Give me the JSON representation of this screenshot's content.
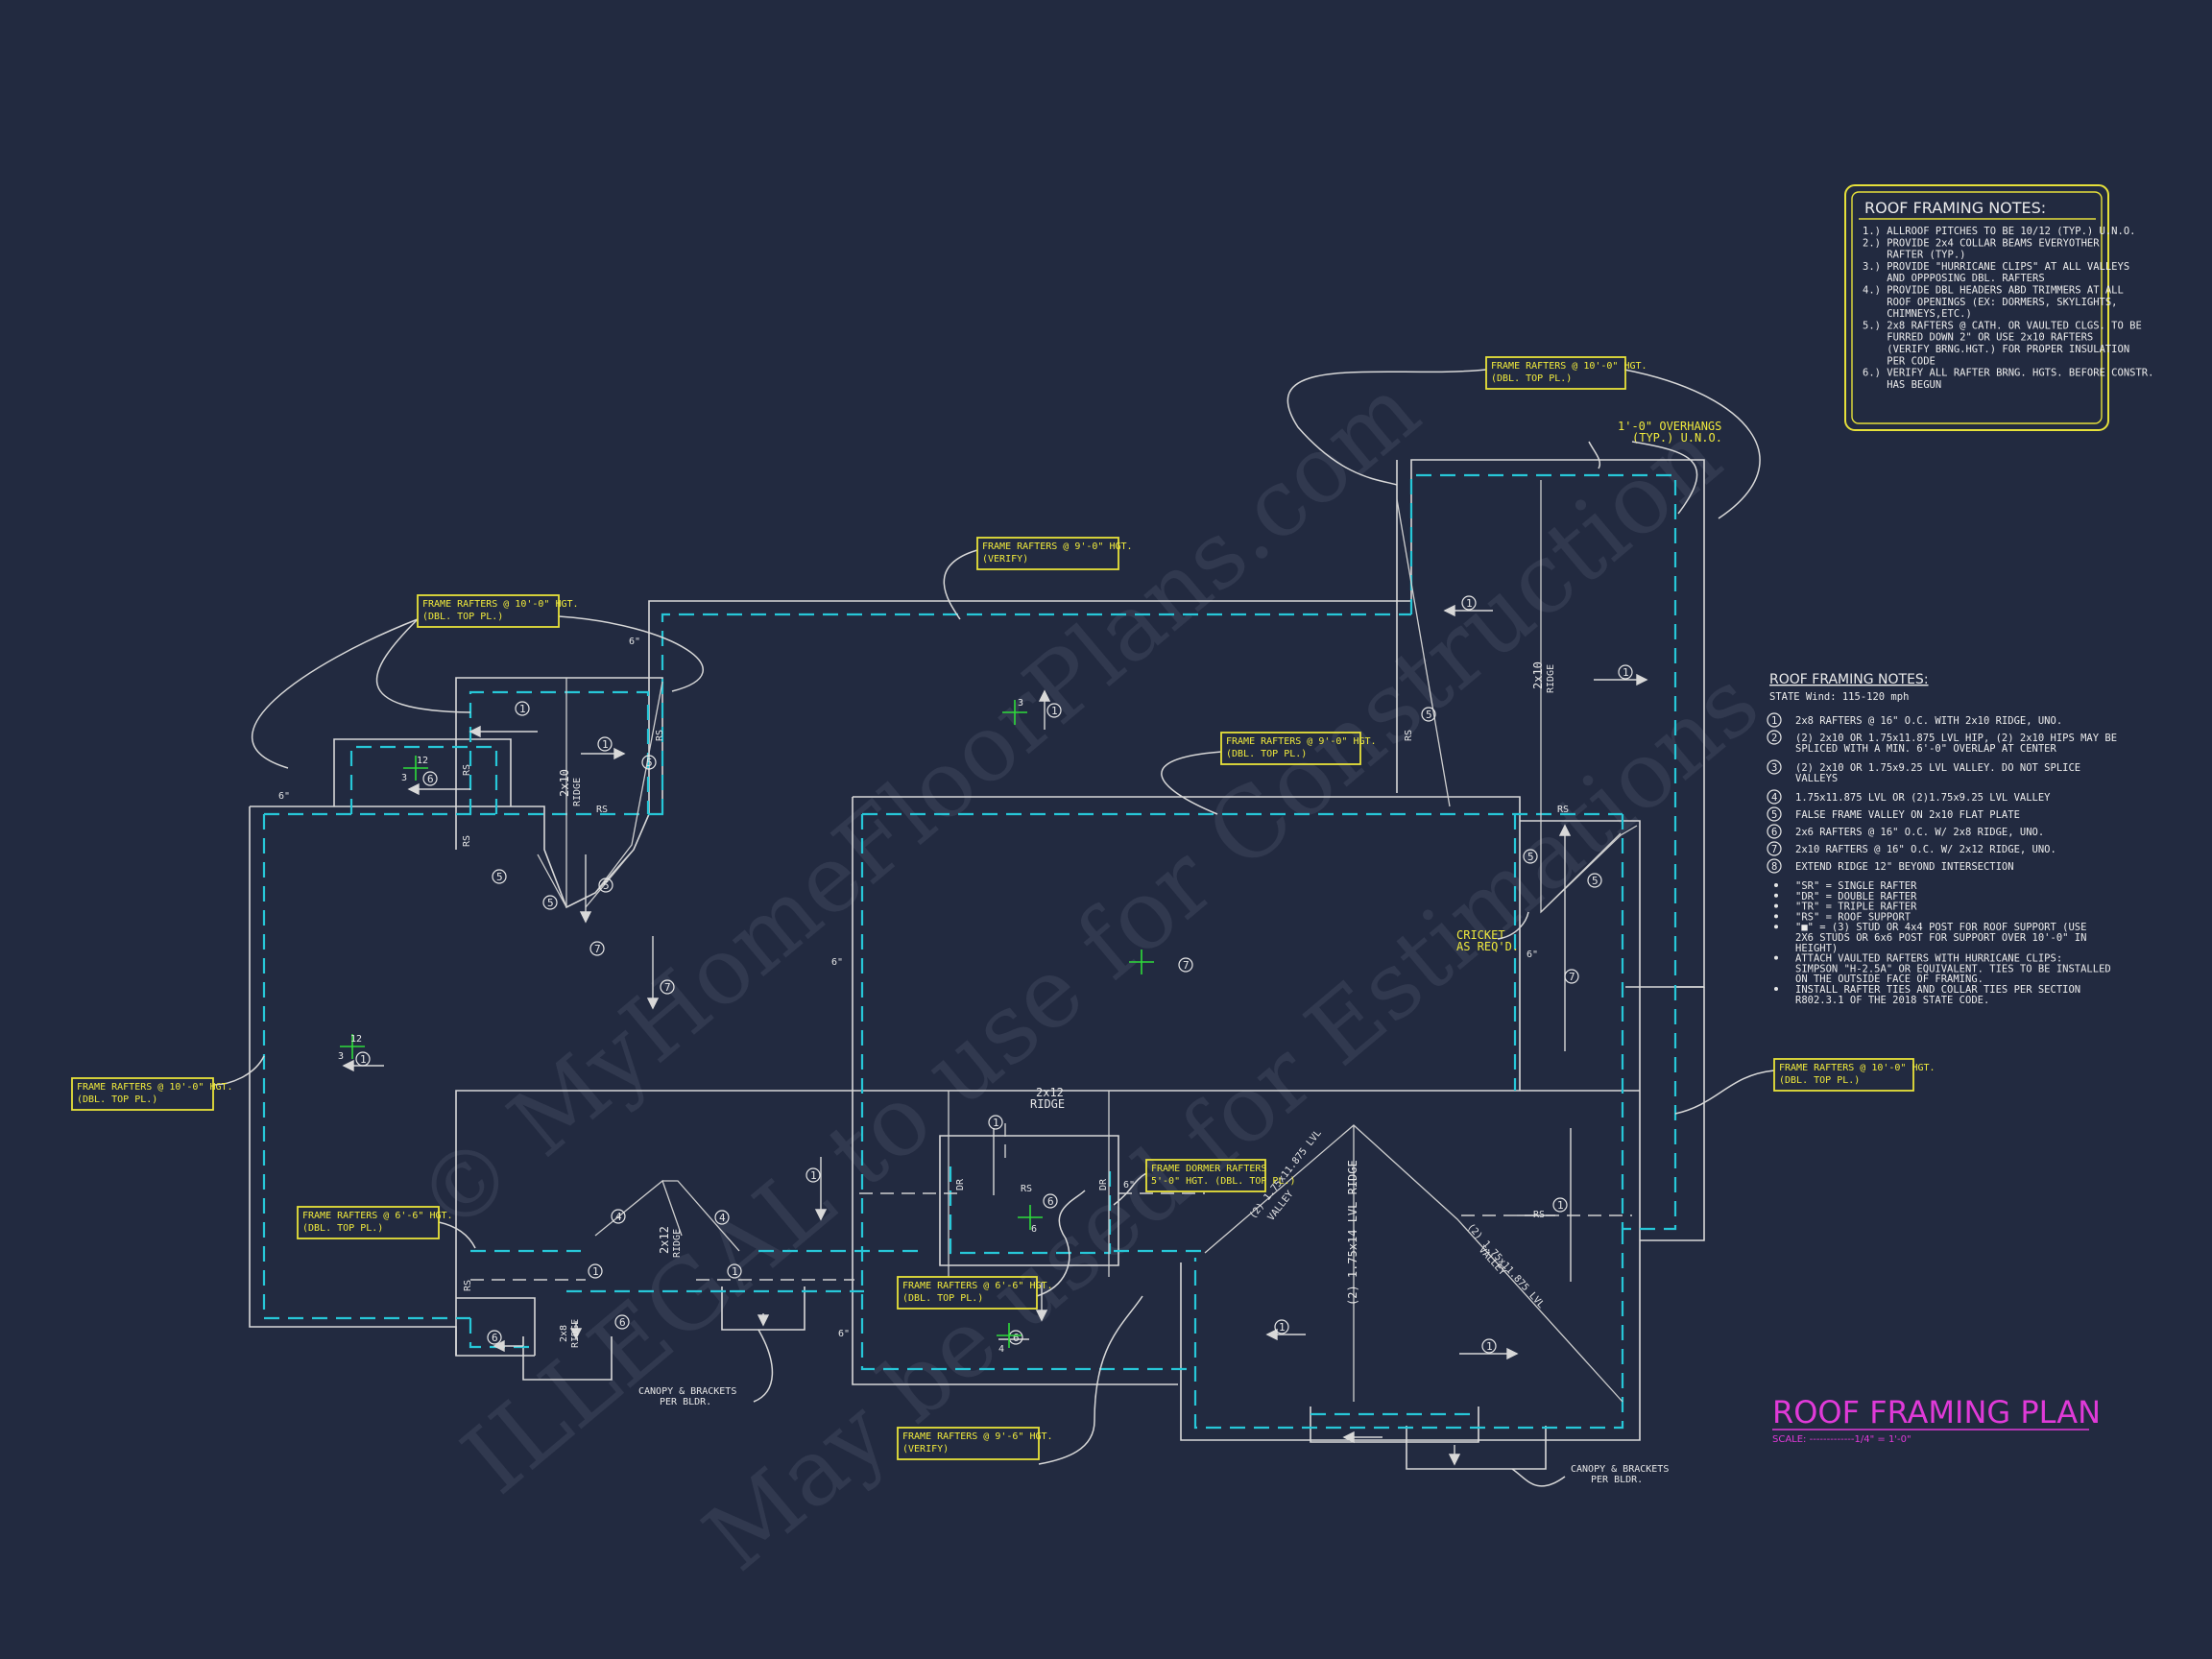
{
  "watermark": {
    "line1": "© MyHomeFloorPlans.com",
    "line2": "ILLEGAL to use for Construction",
    "line3": "May be used for Estimations"
  },
  "plan_title": "ROOF FRAMING PLAN",
  "plan_scale": "SCALE: -------------1/4\" = 1'-0\"",
  "notes_box": {
    "title": "ROOF FRAMING NOTES:",
    "lines": [
      "1.) ALLROOF PITCHES TO BE 10/12 (TYP.) U.N.O.",
      "2.) PROVIDE 2x4 COLLAR BEAMS EVERYOTHER",
      "    RAFTER (TYP.)",
      "3.) PROVIDE \"HURRICANE CLIPS\" AT ALL VALLEYS",
      "    AND OPPPOSING DBL. RAFTERS",
      "4.) PROVIDE DBL HEADERS ABD TRIMMERS AT ALL",
      "    ROOF OPENINGS (EX: DORMERS, SKYLIGHTS,",
      "    CHIMNEYS,ETC.)",
      "5.) 2x8 RAFTERS @ CATH. OR VAULTED CLGS. TO BE",
      "    FURRED DOWN 2\" OR USE 2x10 RAFTERS",
      "    (VERIFY BRNG.HGT.) FOR PROPER INSULATION",
      "    PER CODE",
      "6.) VERIFY ALL RAFTER BRNG. HGTS. BEFORE CONSTR.",
      "    HAS BEGUN"
    ]
  },
  "legend": {
    "title": "ROOF FRAMING NOTES:",
    "wind": "STATE Wind: 115-120 mph",
    "items": [
      {
        "num": "1",
        "text": "2x8 RAFTERS @ 16\" O.C. WITH 2x10 RIDGE, UNO."
      },
      {
        "num": "2",
        "text": "(2) 2x10 OR 1.75x11.875 LVL HIP, (2) 2x10 HIPS MAY BE",
        "text2": "SPLICED WITH A MIN. 6'-0\" OVERLAP AT CENTER"
      },
      {
        "num": "3",
        "text": "(2) 2x10 OR 1.75x9.25 LVL VALLEY. DO NOT SPLICE",
        "text2": "VALLEYS"
      },
      {
        "num": "4",
        "text": "1.75x11.875 LVL OR (2)1.75x9.25 LVL VALLEY"
      },
      {
        "num": "5",
        "text": "FALSE FRAME VALLEY ON 2x10 FLAT PLATE"
      },
      {
        "num": "6",
        "text": "2x6 RAFTERS @ 16\" O.C. W/ 2x8 RIDGE, UNO."
      },
      {
        "num": "7",
        "text": "2x10 RAFTERS @ 16\" O.C. W/ 2x12 RIDGE, UNO."
      },
      {
        "num": "8",
        "text": "EXTEND RIDGE 12\" BEYOND INTERSECTION"
      }
    ],
    "bullets": [
      "\"SR\"  = SINGLE RAFTER",
      "\"DR\"  = DOUBLE RAFTER",
      "\"TR\"  = TRIPLE RAFTER",
      "\"RS\"  = ROOF SUPPORT",
      "\"■\" = (3) STUD OR 4x4 POST FOR ROOF SUPPORT (USE",
      "  2X6 STUDS OR 6x6 POST FOR SUPPORT OVER 10'-0\" IN",
      "  HEIGHT)",
      "ATTACH VAULTED RAFTERS WITH HURRICANE CLIPS:",
      "  SIMPSON \"H-2.5A\" OR EQUIVALENT. TIES TO BE INSTALLED",
      "  ON THE OUTSIDE FACE OF FRAMING.",
      "INSTALL RAFTER TIES AND COLLAR TIES PER SECTION",
      "  R802.3.1 OF THE 2018 STATE CODE."
    ]
  },
  "tags": {
    "t1": [
      "FRAME RAFTERS @ 10'-0\" HGT.",
      "(DBL. TOP PL.)"
    ],
    "t2": [
      "FRAME RAFTERS @ 9'-0\" HGT.",
      "(VERIFY)"
    ],
    "t3": [
      "FRAME RAFTERS @ 10'-0\" HGT.",
      "(DBL. TOP PL.)"
    ],
    "t4": [
      "FRAME RAFTERS @ 9'-0\" HGT.",
      "(DBL. TOP PL.)"
    ],
    "t5": [
      "FRAME RAFTERS @ 10'-0\" HGT.",
      "(DBL. TOP PL.)"
    ],
    "t6": [
      "FRAME RAFTERS @ 10'-0\" HGT.",
      "(DBL. TOP PL.)"
    ],
    "t7": [
      "FRAME RAFTERS @ 6'-6\" HGT.",
      "(DBL. TOP PL.)"
    ],
    "t8": [
      "FRAME DORMER RAFTERS",
      "5'-0\" HGT. (DBL. TOP PL.)"
    ],
    "t9": [
      "FRAME RAFTERS @ 6'-6\" HGT.",
      "(DBL. TOP PL.)"
    ],
    "t10": [
      "FRAME RAFTERS @ 9'-6\" HGT.",
      "(VERIFY)"
    ]
  },
  "labels": {
    "overhang1": "1'-0\" OVERHANGS",
    "overhang2": "(TYP.) U.N.O.",
    "cricket1": "CRICKET",
    "cricket2": "AS REQ'D.",
    "canopy1a": "CANOPY & BRACKETS",
    "canopy1b": "PER BLDR.",
    "canopy2a": "CANOPY & BRACKETS",
    "canopy2b": "PER BLDR.",
    "ridge_2x12": "2x12",
    "ridge_word": "RIDGE",
    "ridge_2x10": "2x10",
    "ridge_2x8": "2x8",
    "lvl_ridge": "(2) 1.75x14 LVL RIDGE",
    "lvl_valley_a": "(2) 1.75x11.875 LVL",
    "lvl_valley_b": "VALLEY",
    "rs": "RS",
    "dr": "DR",
    "pitch12": "12",
    "pitch3": "3",
    "pitch4": "4",
    "pitch6": "6",
    "six_in": "6\""
  },
  "colors": {
    "background": "#222a40",
    "walls": "#d8d8d8",
    "eave": "#27c7d8",
    "tag": "#e8e23a",
    "title": "#e03ad8"
  }
}
